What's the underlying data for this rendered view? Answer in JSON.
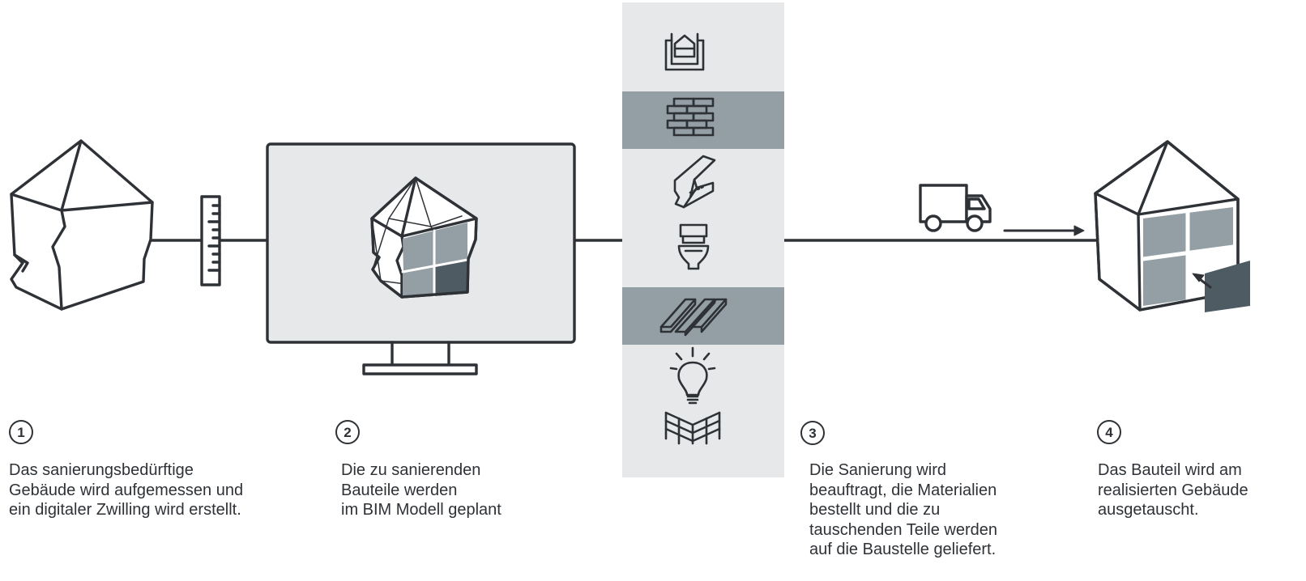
{
  "steps": [
    {
      "number": "1",
      "text": "Das sanierungsbedürftige\nGebäude wird aufgemessen und\nein digitaler Zwilling wird erstellt."
    },
    {
      "number": "2",
      "text": "Die zu sanierenden\nBauteile werden\nim BIM Modell geplant"
    },
    {
      "number": "3",
      "text": "Die Sanierung wird\nbeauftragt, die Materialien\nbestellt und die zu\ntauschenden Teile werden\nauf die Baustelle geliefert."
    },
    {
      "number": "4",
      "text": "Das Bauteil wird am\nrealisierten Gebäude\nausgetauscht."
    }
  ],
  "material_icons": [
    "concrete-mixer-icon",
    "bricks-icon",
    "steel-beam-icon",
    "toilet-icon",
    "timber-planks-icon",
    "light-bulb-icon",
    "insulation-icon"
  ],
  "colors": {
    "stroke": "#2e3237",
    "panel": "#e6e8e9",
    "panel_highlight": "#939fa5",
    "window_light": "#939fa5",
    "window_dark": "#4e5b62"
  }
}
